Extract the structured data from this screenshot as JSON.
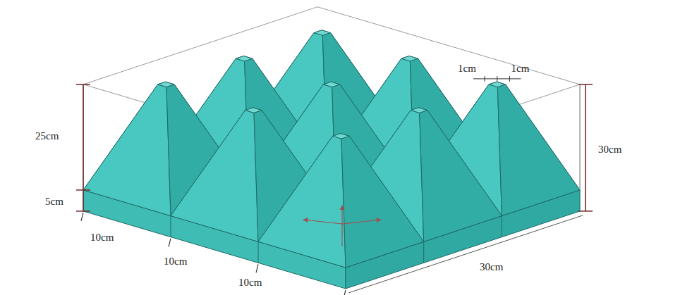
{
  "diagram": {
    "labels": [
      "25cm",
      "5cm",
      "1cm",
      "1cm",
      "30cm",
      "10cm",
      "10cm",
      "10cm",
      "30cm"
    ]
  }
}
